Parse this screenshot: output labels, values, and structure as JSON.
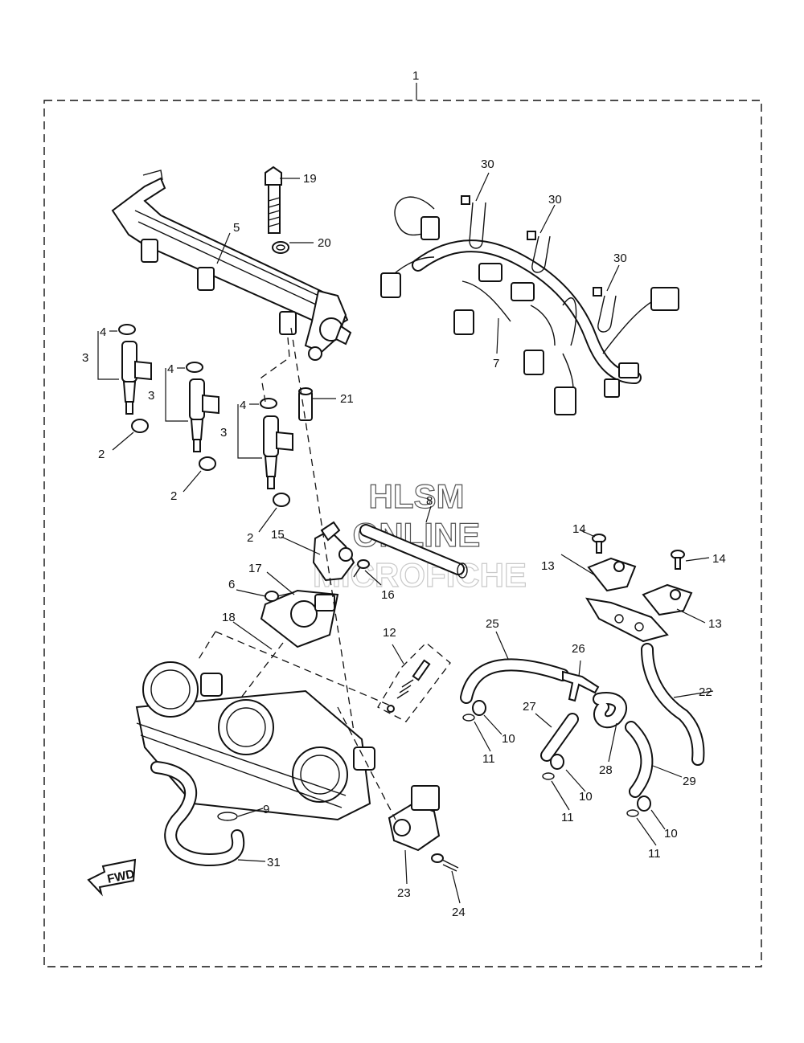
{
  "callouts": {
    "c1": "1",
    "c2a": "2",
    "c2b": "2",
    "c2c": "2",
    "c3a": "3",
    "c3b": "3",
    "c3c": "3",
    "c4a": "4",
    "c4b": "4",
    "c4c": "4",
    "c5": "5",
    "c6": "6",
    "c7": "7",
    "c8": "8",
    "c9": "9",
    "c10a": "10",
    "c10b": "10",
    "c10c": "10",
    "c11a": "11",
    "c11b": "11",
    "c11c": "11",
    "c12": "12",
    "c13a": "13",
    "c13b": "13",
    "c14a": "14",
    "c14b": "14",
    "c15": "15",
    "c16": "16",
    "c17": "17",
    "c18": "18",
    "c19": "19",
    "c20": "20",
    "c21": "21",
    "c22": "22",
    "c23": "23",
    "c24": "24",
    "c25": "25",
    "c26": "26",
    "c27": "27",
    "c28": "28",
    "c29": "29",
    "c30a": "30",
    "c30b": "30",
    "c30c": "30",
    "c31": "31"
  },
  "watermark": {
    "line1": "HLSM",
    "line2": "ONLINE",
    "line3": "MICROFICHE"
  },
  "direction_arrow": "FWD"
}
